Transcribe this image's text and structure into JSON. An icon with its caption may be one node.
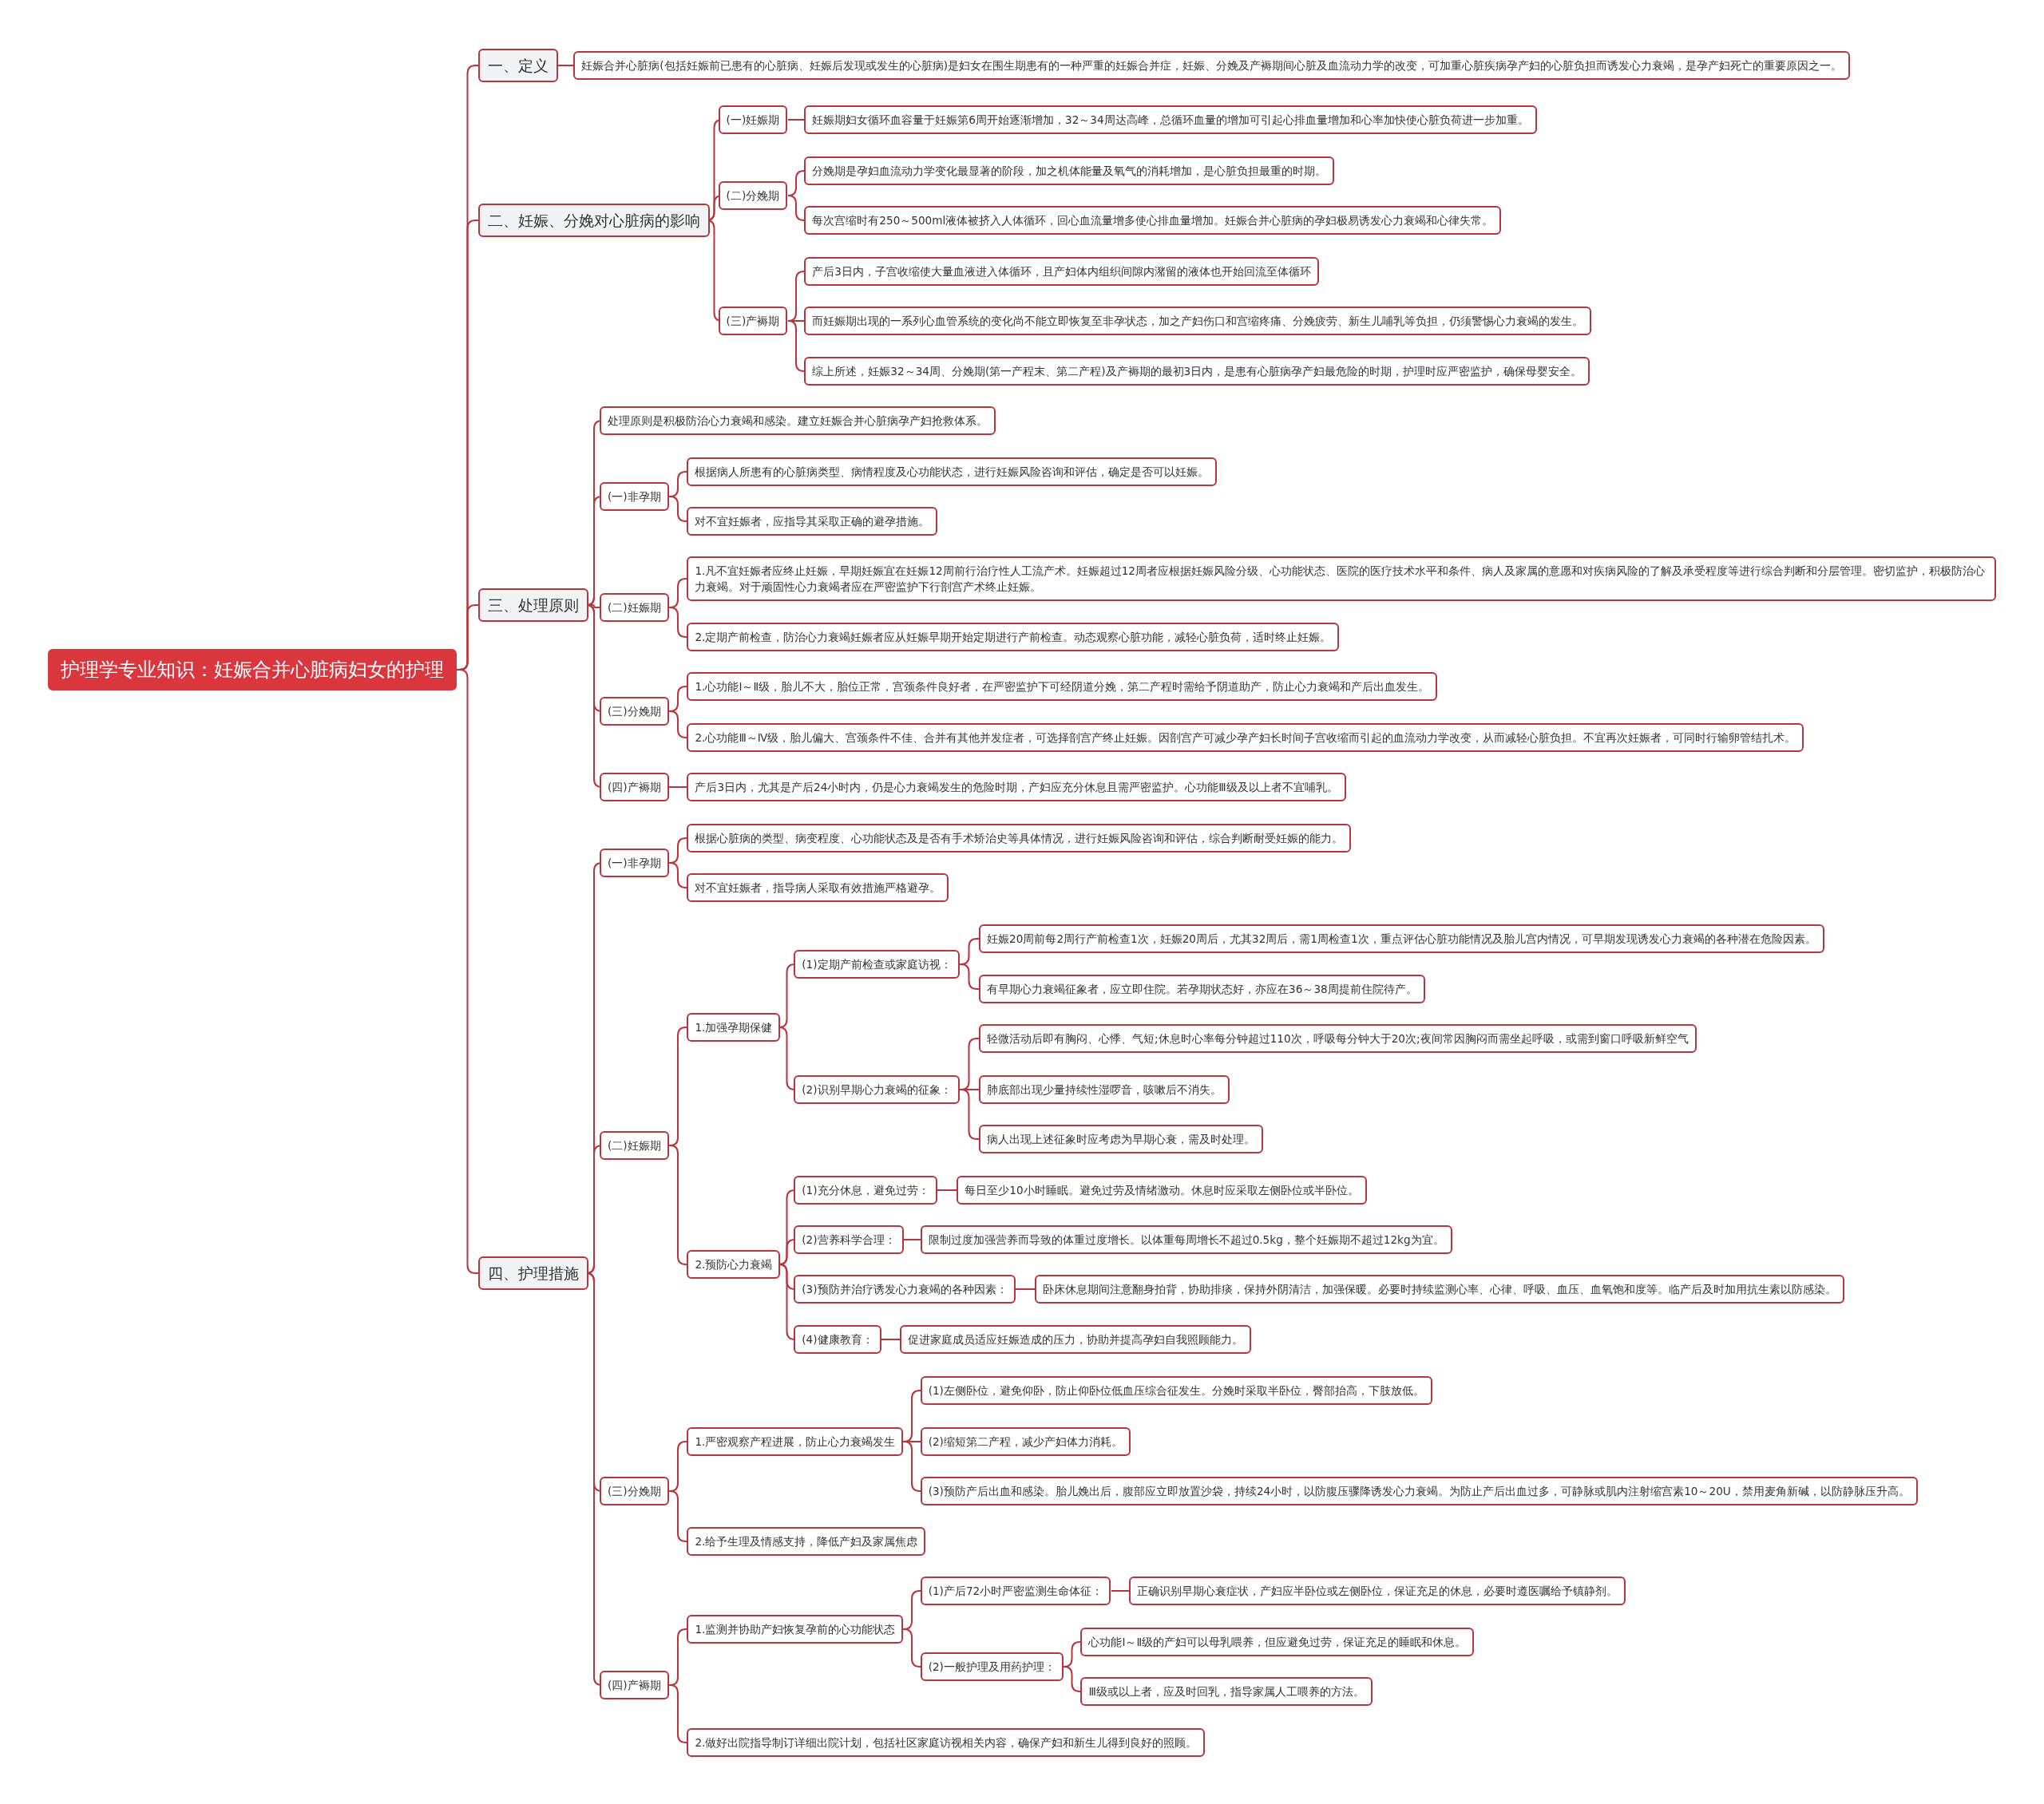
{
  "diagram": {
    "nodes": [
      {
        "text": [
          "护理学专业知识：妊娠合并心脏病妇女的护理"
        ]
      },
      {
        "text": [
          "一、定义"
        ]
      },
      {
        "text": [
          "妊娠合并心脏病(包括妊娠前已患有的心脏病、妊娠后发现或发生的心脏病)是妇女在围生期患有的一种严重的妊娠合并症，妊娠、分娩及产褥期间心脏及血流动力学的改变，可加重心脏疾病孕产妇的心脏负担而诱发心力衰竭，是孕产妇死亡的重要原因之一。"
        ]
      },
      {
        "text": [
          "二、妊娠、分娩对心脏病的影响"
        ]
      },
      {
        "text": [
          "(一)妊娠期"
        ]
      },
      {
        "text": [
          "妊娠期妇女循环血容量于妊娠第6周开始逐渐增加，32～34周达高峰，总循环血量的增加可引起心排血量增加和心率加快使心脏负荷进一步加重。"
        ]
      },
      {
        "text": [
          "(二)分娩期"
        ]
      },
      {
        "text": [
          "分娩期是孕妇血流动力学变化最显著的阶段，加之机体能量及氧气的消耗增加，是心脏负担最重的时期。"
        ]
      },
      {
        "text": [
          "每次宫缩时有250～500ml液体被挤入人体循环，回心血流量增多使心排血量增加。妊娠合并心脏病的孕妇极易诱发心力衰竭和心律失常。"
        ]
      },
      {
        "text": [
          "(三)产褥期"
        ]
      },
      {
        "text": [
          "产后3日内，子宫收缩使大量血液进入体循环，且产妇体内组织间隙内潴留的液体也开始回流至体循环"
        ]
      },
      {
        "text": [
          "而妊娠期出现的一系列心血管系统的变化尚不能立即恢复至非孕状态，加之产妇伤口和宫缩疼痛、分娩疲劳、新生儿哺乳等负担，仍须警惕心力衰竭的发生。"
        ]
      },
      {
        "text": [
          "综上所述，妊娠32～34周、分娩期(第一产程末、第二产程)及产褥期的最初3日内，是患有心脏病孕产妇最危险的时期，护理时应严密监护，确保母婴安全。"
        ]
      },
      {
        "text": [
          "三、处理原则"
        ]
      },
      {
        "text": [
          "处理原则是积极防治心力衰竭和感染。建立妊娠合并心脏病孕产妇抢救体系。"
        ]
      },
      {
        "text": [
          "(一)非孕期"
        ]
      },
      {
        "text": [
          "根据病人所患有的心脏病类型、病情程度及心功能状态，进行妊娠风险咨询和评估，确定是否可以妊娠。"
        ]
      },
      {
        "text": [
          "对不宜妊娠者，应指导其采取正确的避孕措施。"
        ]
      },
      {
        "text": [
          "(二)妊娠期"
        ]
      },
      {
        "text": [
          "1.凡不宜妊娠者应终止妊娠，早期妊娠宜在妊娠12周前行治疗性人工流产术。妊娠超过12周者应根据妊娠风险分级、心功能状态、医院的医疗技术水平和条件、病人及家属的意愿和对疾病风险的了解及承受程度等进行综合判断和分层管理。密切监护，积极防治心力衰竭。对于顽固性心力衰竭者应在严密监护下行剖宫产术终止妊娠。"
        ]
      },
      {
        "text": [
          "2.定期产前检查，防治心力衰竭妊娠者应从妊娠早期开始定期进行产前检查。动态观察心脏功能，减轻心脏负荷，适时终止妊娠。"
        ]
      },
      {
        "text": [
          "(三)分娩期"
        ]
      },
      {
        "text": [
          "1.心功能Ⅰ～Ⅱ级，胎儿不大，胎位正常，宫颈条件良好者，在严密监护下可经阴道分娩，第二产程时需给予阴道助产，防止心力衰竭和产后出血发生。"
        ]
      },
      {
        "text": [
          "2.心功能Ⅲ～Ⅳ级，胎儿偏大、宫颈条件不佳、合并有其他并发症者，可选择剖宫产终止妊娠。因剖宫产可减少孕产妇长时间子宫收缩而引起的血流动力学改变，从而减轻心脏负担。不宜再次妊娠者，可同时行输卵管结扎术。"
        ]
      },
      {
        "text": [
          "(四)产褥期"
        ]
      },
      {
        "text": [
          "产后3日内，尤其是产后24小时内，仍是心力衰竭发生的危险时期，产妇应充分休息且需严密监护。心功能Ⅲ级及以上者不宜哺乳。"
        ]
      },
      {
        "text": [
          "四、护理措施"
        ]
      },
      {
        "text": [
          "(一)非孕期"
        ]
      },
      {
        "text": [
          "根据心脏病的类型、病变程度、心功能状态及是否有手术矫治史等具体情况，进行妊娠风险咨询和评估，综合判断耐受妊娠的能力。"
        ]
      },
      {
        "text": [
          "对不宜妊娠者，指导病人采取有效措施严格避孕。"
        ]
      },
      {
        "text": [
          "(二)妊娠期"
        ]
      },
      {
        "text": [
          "1.加强孕期保健"
        ]
      },
      {
        "text": [
          "(1)定期产前检查或家庭访视："
        ]
      },
      {
        "text": [
          "妊娠20周前每2周行产前检查1次，妊娠20周后，尤其32周后，需1周检查1次，重点评估心脏功能情况及胎儿宫内情况，可早期发现诱发心力衰竭的各种潜在危险因素。"
        ]
      },
      {
        "text": [
          "有早期心力衰竭征象者，应立即住院。若孕期状态好，亦应在36～38周提前住院待产。"
        ]
      },
      {
        "text": [
          "(2)识别早期心力衰竭的征象："
        ]
      },
      {
        "text": [
          "轻微活动后即有胸闷、心悸、气短;休息时心率每分钟超过110次，呼吸每分钟大于20次;夜间常因胸闷而需坐起呼吸，或需到窗口呼吸新鲜空气"
        ]
      },
      {
        "text": [
          "肺底部出现少量持续性湿啰音，咳嗽后不消失。"
        ]
      },
      {
        "text": [
          "病人出现上述征象时应考虑为早期心衰，需及时处理。"
        ]
      },
      {
        "text": [
          "2.预防心力衰竭"
        ]
      },
      {
        "text": [
          "(1)充分休息，避免过劳："
        ]
      },
      {
        "text": [
          "每日至少10小时睡眠。避免过劳及情绪激动。休息时应采取左侧卧位或半卧位。"
        ]
      },
      {
        "text": [
          "(2)营养科学合理："
        ]
      },
      {
        "text": [
          "限制过度加强营养而导致的体重过度增长。以体重每周增长不超过0.5kg，整个妊娠期不超过12kg为宜。"
        ]
      },
      {
        "text": [
          "(3)预防并治疗诱发心力衰竭的各种因素："
        ]
      },
      {
        "text": [
          "卧床休息期间注意翻身拍背，协助排痰，保持外阴清洁，加强保暖。必要时持续监测心率、心律、呼吸、血压、血氧饱和度等。临产后及时加用抗生素以防感染。"
        ]
      },
      {
        "text": [
          "(4)健康教育："
        ]
      },
      {
        "text": [
          "促进家庭成员适应妊娠造成的压力，协助并提高孕妇自我照顾能力。"
        ]
      },
      {
        "text": [
          "(三)分娩期"
        ]
      },
      {
        "text": [
          "1.严密观察产程进展，防止心力衰竭发生"
        ]
      },
      {
        "text": [
          "(1)左侧卧位，避免仰卧，防止仰卧位低血压综合征发生。分娩时采取半卧位，臀部抬高，下肢放低。"
        ]
      },
      {
        "text": [
          "(2)缩短第二产程，减少产妇体力消耗。"
        ]
      },
      {
        "text": [
          "(3)预防产后出血和感染。胎儿娩出后，腹部应立即放置沙袋，持续24小时，以防腹压骤降诱发心力衰竭。为防止产后出血过多，可静脉或肌内注射缩宫素10～20U，禁用麦角新碱，以防静脉压升高。"
        ]
      },
      {
        "text": [
          "2.给予生理及情感支持，降低产妇及家属焦虑"
        ]
      },
      {
        "text": [
          "(四)产褥期"
        ]
      },
      {
        "text": [
          "1.监测并协助产妇恢复孕前的心功能状态"
        ]
      },
      {
        "text": [
          "(1)产后72小时严密监测生命体征："
        ]
      },
      {
        "text": [
          "正确识别早期心衰症状，产妇应半卧位或左侧卧位，保证充足的休息，必要时遵医嘱给予镇静剂。"
        ]
      },
      {
        "text": [
          "(2)一般护理及用药护理："
        ]
      },
      {
        "text": [
          "心功能Ⅰ～Ⅱ级的产妇可以母乳喂养，但应避免过劳，保证充足的睡眠和休息。"
        ]
      },
      {
        "text": [
          "Ⅲ级或以上者，应及时回乳，指导家属人工喂养的方法。"
        ]
      },
      {
        "text": [
          "2.做好出院指导制订详细出院计划，包括社区家庭访视相关内容，确保产妇和新生儿得到良好的照顾。"
        ]
      }
    ],
    "edges": [
      {
        "from": 0,
        "to": 1,
        "arrow": "none"
      },
      {
        "from": 0,
        "to": 3,
        "arrow": "none"
      },
      {
        "from": 0,
        "to": 13,
        "arrow": "none"
      },
      {
        "from": 0,
        "to": 26,
        "arrow": "none"
      },
      {
        "from": 1,
        "to": 2,
        "arrow": "none"
      },
      {
        "from": 3,
        "to": 4,
        "arrow": "none"
      },
      {
        "from": 3,
        "to": 6,
        "arrow": "none"
      },
      {
        "from": 3,
        "to": 9,
        "arrow": "none"
      },
      {
        "from": 4,
        "to": 5,
        "arrow": "none"
      },
      {
        "from": 6,
        "to": 7,
        "arrow": "none"
      },
      {
        "from": 6,
        "to": 8,
        "arrow": "none"
      },
      {
        "from": 9,
        "to": 10,
        "arrow": "none"
      },
      {
        "from": 9,
        "to": 11,
        "arrow": "none"
      },
      {
        "from": 9,
        "to": 12,
        "arrow": "none"
      },
      {
        "from": 13,
        "to": 14,
        "arrow": "none"
      },
      {
        "from": 13,
        "to": 15,
        "arrow": "none"
      },
      {
        "from": 13,
        "to": 18,
        "arrow": "none"
      },
      {
        "from": 13,
        "to": 21,
        "arrow": "none"
      },
      {
        "from": 13,
        "to": 24,
        "arrow": "none"
      },
      {
        "from": 15,
        "to": 16,
        "arrow": "none"
      },
      {
        "from": 15,
        "to": 17,
        "arrow": "none"
      },
      {
        "from": 18,
        "to": 19,
        "arrow": "none"
      },
      {
        "from": 18,
        "to": 20,
        "arrow": "none"
      },
      {
        "from": 21,
        "to": 22,
        "arrow": "none"
      },
      {
        "from": 21,
        "to": 23,
        "arrow": "none"
      },
      {
        "from": 24,
        "to": 25,
        "arrow": "none"
      },
      {
        "from": 26,
        "to": 27,
        "arrow": "none"
      },
      {
        "from": 26,
        "to": 30,
        "arrow": "none"
      },
      {
        "from": 26,
        "to": 48,
        "arrow": "none"
      },
      {
        "from": 26,
        "to": 54,
        "arrow": "none"
      },
      {
        "from": 27,
        "to": 28,
        "arrow": "none"
      },
      {
        "from": 27,
        "to": 29,
        "arrow": "none"
      },
      {
        "from": 30,
        "to": 31,
        "arrow": "none"
      },
      {
        "from": 30,
        "to": 39,
        "arrow": "none"
      },
      {
        "from": 31,
        "to": 32,
        "arrow": "none"
      },
      {
        "from": 31,
        "to": 35,
        "arrow": "none"
      },
      {
        "from": 32,
        "to": 33,
        "arrow": "none"
      },
      {
        "from": 32,
        "to": 34,
        "arrow": "none"
      },
      {
        "from": 35,
        "to": 36,
        "arrow": "none"
      },
      {
        "from": 35,
        "to": 37,
        "arrow": "none"
      },
      {
        "from": 35,
        "to": 38,
        "arrow": "none"
      },
      {
        "from": 39,
        "to": 40,
        "arrow": "none"
      },
      {
        "from": 39,
        "to": 42,
        "arrow": "none"
      },
      {
        "from": 39,
        "to": 44,
        "arrow": "none"
      },
      {
        "from": 39,
        "to": 46,
        "arrow": "none"
      },
      {
        "from": 40,
        "to": 41,
        "arrow": "none"
      },
      {
        "from": 42,
        "to": 43,
        "arrow": "none"
      },
      {
        "from": 44,
        "to": 45,
        "arrow": "none"
      },
      {
        "from": 46,
        "to": 47,
        "arrow": "none"
      },
      {
        "from": 48,
        "to": 49,
        "arrow": "none"
      },
      {
        "from": 48,
        "to": 53,
        "arrow": "none"
      },
      {
        "from": 49,
        "to": 50,
        "arrow": "none"
      },
      {
        "from": 49,
        "to": 51,
        "arrow": "none"
      },
      {
        "from": 49,
        "to": 52,
        "arrow": "none"
      },
      {
        "from": 54,
        "to": 55,
        "arrow": "none"
      },
      {
        "from": 54,
        "to": 61,
        "arrow": "none"
      },
      {
        "from": 55,
        "to": 56,
        "arrow": "none"
      },
      {
        "from": 55,
        "to": 58,
        "arrow": "none"
      },
      {
        "from": 56,
        "to": 57,
        "arrow": "none"
      },
      {
        "from": 58,
        "to": 59,
        "arrow": "none"
      },
      {
        "from": 58,
        "to": 60,
        "arrow": "none"
      }
    ]
  }
}
